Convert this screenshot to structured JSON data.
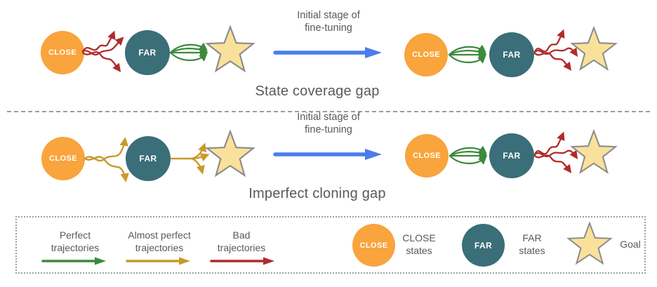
{
  "colors": {
    "close_fill": "#F9A43C",
    "far_fill": "#3A6E78",
    "star_fill": "#FAE19B",
    "star_stroke": "#8C8C8C",
    "perfect_green": "#3C8A3C",
    "almost_gold": "#C9992E",
    "bad_red": "#AF2B2B",
    "transition_blue": "#4A7DEB",
    "caption_text": "#595959",
    "border_gray": "#9E9E9E"
  },
  "nodes": {
    "close": "CLOSE",
    "far": "FAR"
  },
  "rows": [
    {
      "caption": "State coverage gap",
      "transition_line1": "Initial stage of",
      "transition_line2": "fine-tuning"
    },
    {
      "caption": "Imperfect cloning gap",
      "transition_line1": "Initial stage of",
      "transition_line2": "fine-tuning"
    }
  ],
  "legend": {
    "perfect": {
      "line1": "Perfect",
      "line2": "trajectories"
    },
    "almost_perfect": {
      "line1": "Almost perfect",
      "line2": "trajectories"
    },
    "bad": {
      "line1": "Bad",
      "line2": "trajectories"
    },
    "close_states": {
      "line1": "CLOSE",
      "line2": "states"
    },
    "far_states": {
      "line1": "FAR",
      "line2": "states"
    },
    "goal": "Goal"
  }
}
